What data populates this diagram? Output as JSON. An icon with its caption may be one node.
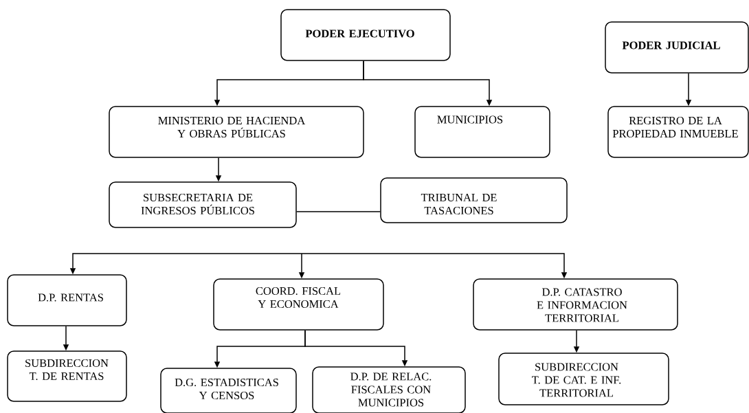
{
  "diagram": {
    "nodes": [
      {
        "text": [
          "PODER EJECUTIVO"
        ]
      },
      {
        "text": [
          "PODER JUDICIAL"
        ]
      },
      {
        "text": [
          "MINISTERIO DE HACIENDA Y OBRAS PÚBLICAS"
        ]
      },
      {
        "text": [
          "MUNICIPIOS"
        ]
      },
      {
        "text": [
          "REGISTRO DE LA PROPIEDAD INMUEBLE"
        ]
      },
      {
        "text": [
          "SUBSECRETARIA DE INGRESOS PÚBLICOS"
        ]
      },
      {
        "text": [
          "TRIBUNAL DE TASACIONES"
        ]
      },
      {
        "text": [
          "D.P. RENTAS"
        ]
      },
      {
        "text": [
          "COORD. FISCAL Y ECONOMICA"
        ]
      },
      {
        "text": [
          "D.P. CATASTRO E INFORMACION TERRITORIAL"
        ]
      },
      {
        "text": [
          "SUBDIRECCION T. DE RENTAS"
        ]
      },
      {
        "text": [
          "D.G. ESTADISTICAS Y CENSOS"
        ]
      },
      {
        "text": [
          "D.P. DE RELAC. FISCALES CON MUNICIPIOS"
        ]
      },
      {
        "text": [
          "SUBDIRECCION T. DE CAT. E INF. TERRITORIAL"
        ]
      }
    ],
    "edges": [
      {
        "from": 0,
        "to": 2,
        "arrow": "to"
      },
      {
        "from": 0,
        "to": 3,
        "arrow": "to"
      },
      {
        "from": 1,
        "to": 4,
        "arrow": "to"
      },
      {
        "from": 2,
        "to": 5,
        "arrow": "to"
      },
      {
        "from": 5,
        "to": 6,
        "arrow": "none"
      },
      {
        "from": null,
        "to": 7,
        "arrow": "to"
      },
      {
        "from": null,
        "to": 8,
        "arrow": "to"
      },
      {
        "from": null,
        "to": 9,
        "arrow": "to"
      },
      {
        "from": 7,
        "to": 10,
        "arrow": "to"
      },
      {
        "from": 8,
        "to": 11,
        "arrow": "to"
      },
      {
        "from": 8,
        "to": 12,
        "arrow": "to"
      },
      {
        "from": 9,
        "to": 13,
        "arrow": "to"
      }
    ]
  }
}
